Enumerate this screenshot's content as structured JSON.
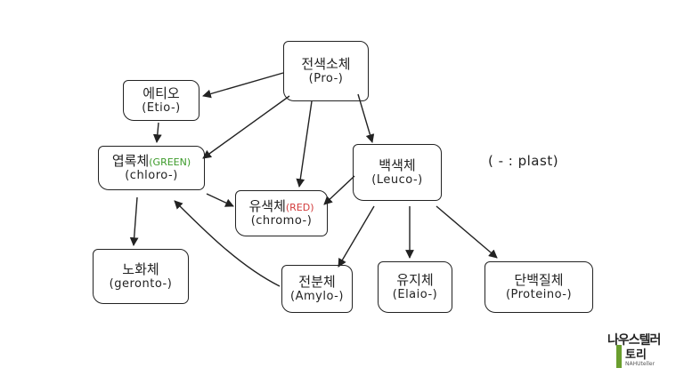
{
  "nodes": {
    "proplastid": {
      "ko": "전색소체",
      "la": "(Pro-)"
    },
    "etioplast": {
      "ko": "에티오",
      "la": "(Etio-)"
    },
    "chloroplast": {
      "ko": "엽록체",
      "tag": "(GREEN)",
      "la": "(chloro-)"
    },
    "leucoplast": {
      "ko": "백색체",
      "la": "(Leuco-)"
    },
    "chromoplast": {
      "ko": "유색체",
      "tag": "(RED)",
      "la": "(chromo-)"
    },
    "gerontoplast": {
      "ko": "노화체",
      "la": "(geronto-)"
    },
    "amyloplast": {
      "ko": "전분체",
      "la": "(Amylo-)"
    },
    "elaioplast": {
      "ko": "유지체",
      "la": "(Elaio-)"
    },
    "proteinoplast": {
      "ko": "단백질체",
      "la": "(Proteino-)"
    }
  },
  "note": "( - : plast)",
  "logo": {
    "text": "나우스텔러",
    "text2": "토리",
    "sub": "NAHUteller"
  },
  "colors": {
    "ink": "#222222",
    "green": "#3c9a2a",
    "red": "#d23b3b"
  }
}
